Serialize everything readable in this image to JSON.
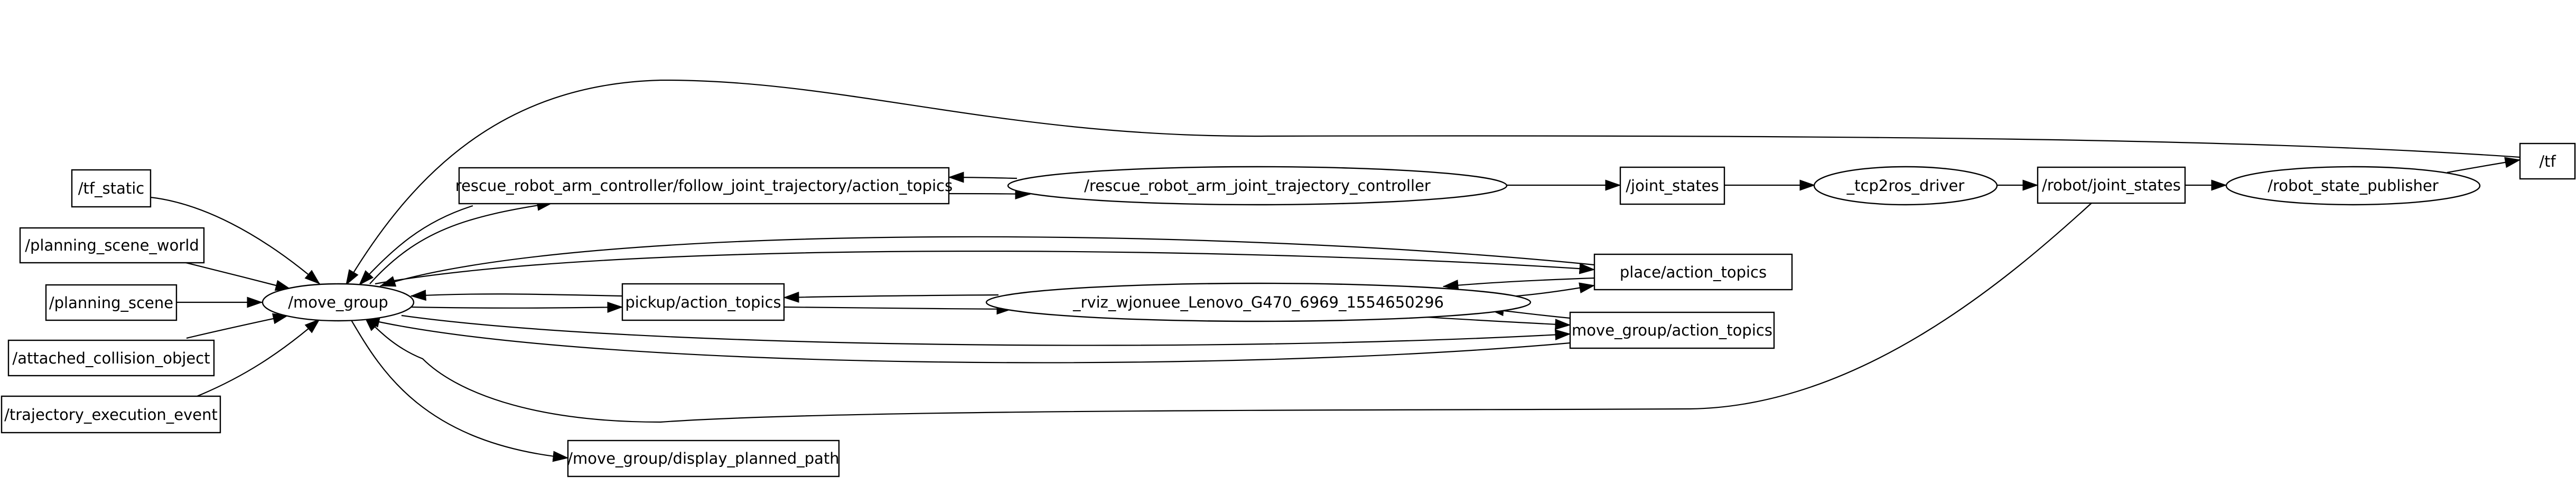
{
  "graph": {
    "topic_nodes": [
      {
        "id": "tf_static",
        "label": "/tf_static"
      },
      {
        "id": "planning_scene_world",
        "label": "/planning_scene_world"
      },
      {
        "id": "planning_scene",
        "label": "/planning_scene"
      },
      {
        "id": "attached_collision_object",
        "label": "/attached_collision_object"
      },
      {
        "id": "trajectory_execution_event",
        "label": "/trajectory_execution_event"
      },
      {
        "id": "follow_joint_trajectory",
        "label": "rescue_robot_arm_controller/follow_joint_trajectory/action_topics"
      },
      {
        "id": "pickup",
        "label": "pickup/action_topics"
      },
      {
        "id": "place",
        "label": "place/action_topics"
      },
      {
        "id": "move_group_action",
        "label": "move_group/action_topics"
      },
      {
        "id": "display_planned_path",
        "label": "/move_group/display_planned_path"
      },
      {
        "id": "joint_states",
        "label": "/joint_states"
      },
      {
        "id": "robot_joint_states",
        "label": "/robot/joint_states"
      },
      {
        "id": "tf",
        "label": "/tf"
      }
    ],
    "node_nodes": [
      {
        "id": "move_group",
        "label": "/move_group"
      },
      {
        "id": "traj_controller",
        "label": "/rescue_robot_arm_joint_trajectory_controller"
      },
      {
        "id": "tcp2ros",
        "label": "_tcp2ros_driver"
      },
      {
        "id": "rviz",
        "label": "_rviz_wjonuee_Lenovo_G470_6969_1554650296"
      },
      {
        "id": "robot_state_publisher",
        "label": "/robot_state_publisher"
      }
    ],
    "edges": [
      {
        "from": "tf_static",
        "to": "move_group"
      },
      {
        "from": "planning_scene_world",
        "to": "move_group"
      },
      {
        "from": "planning_scene",
        "to": "move_group"
      },
      {
        "from": "attached_collision_object",
        "to": "move_group"
      },
      {
        "from": "trajectory_execution_event",
        "to": "move_group"
      },
      {
        "from": "move_group",
        "to": "follow_joint_trajectory"
      },
      {
        "from": "follow_joint_trajectory",
        "to": "move_group"
      },
      {
        "from": "follow_joint_trajectory",
        "to": "traj_controller"
      },
      {
        "from": "traj_controller",
        "to": "follow_joint_trajectory"
      },
      {
        "from": "traj_controller",
        "to": "joint_states"
      },
      {
        "from": "joint_states",
        "to": "tcp2ros"
      },
      {
        "from": "tcp2ros",
        "to": "robot_joint_states"
      },
      {
        "from": "robot_joint_states",
        "to": "robot_state_publisher"
      },
      {
        "from": "robot_state_publisher",
        "to": "tf"
      },
      {
        "from": "tf",
        "to": "move_group"
      },
      {
        "from": "robot_joint_states",
        "to": "move_group"
      },
      {
        "from": "move_group",
        "to": "pickup"
      },
      {
        "from": "pickup",
        "to": "move_group"
      },
      {
        "from": "pickup",
        "to": "rviz"
      },
      {
        "from": "rviz",
        "to": "pickup"
      },
      {
        "from": "move_group",
        "to": "place"
      },
      {
        "from": "place",
        "to": "move_group"
      },
      {
        "from": "place",
        "to": "rviz"
      },
      {
        "from": "rviz",
        "to": "place"
      },
      {
        "from": "move_group",
        "to": "move_group_action"
      },
      {
        "from": "move_group_action",
        "to": "move_group"
      },
      {
        "from": "rviz",
        "to": "move_group_action"
      },
      {
        "from": "move_group_action",
        "to": "rviz"
      },
      {
        "from": "move_group",
        "to": "display_planned_path"
      }
    ]
  }
}
